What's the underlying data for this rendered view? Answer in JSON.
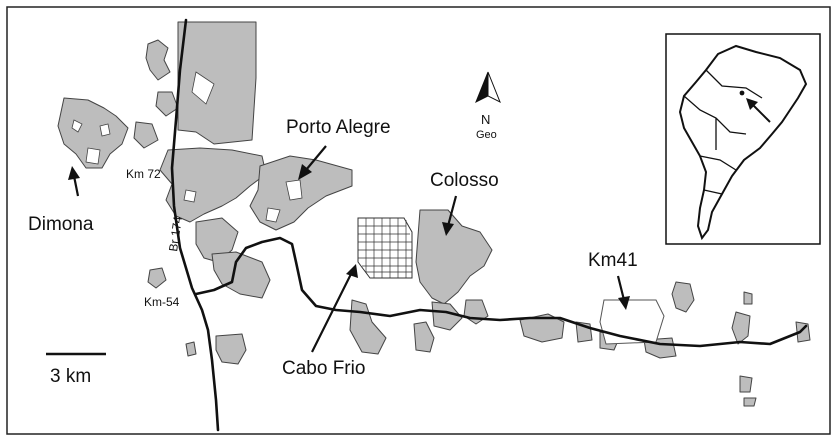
{
  "labels": {
    "dimona": "Dimona",
    "porto_alegre": "Porto Alegre",
    "colosso": "Colosso",
    "cabo_frio": "Cabo Frio",
    "km41": "Km41",
    "km72": "Km 72",
    "km54": "Km-54",
    "road": "Br 174"
  },
  "north_arrow": {
    "label": "N",
    "sublabel": "Geo"
  },
  "scale_bar": {
    "label": "3 km"
  },
  "colors": {
    "fragment": "#bdbdbd",
    "outline": "#444444",
    "road": "#111111"
  },
  "icons": {
    "north": "north-arrow-icon",
    "locator": "south-america-inset-map"
  }
}
